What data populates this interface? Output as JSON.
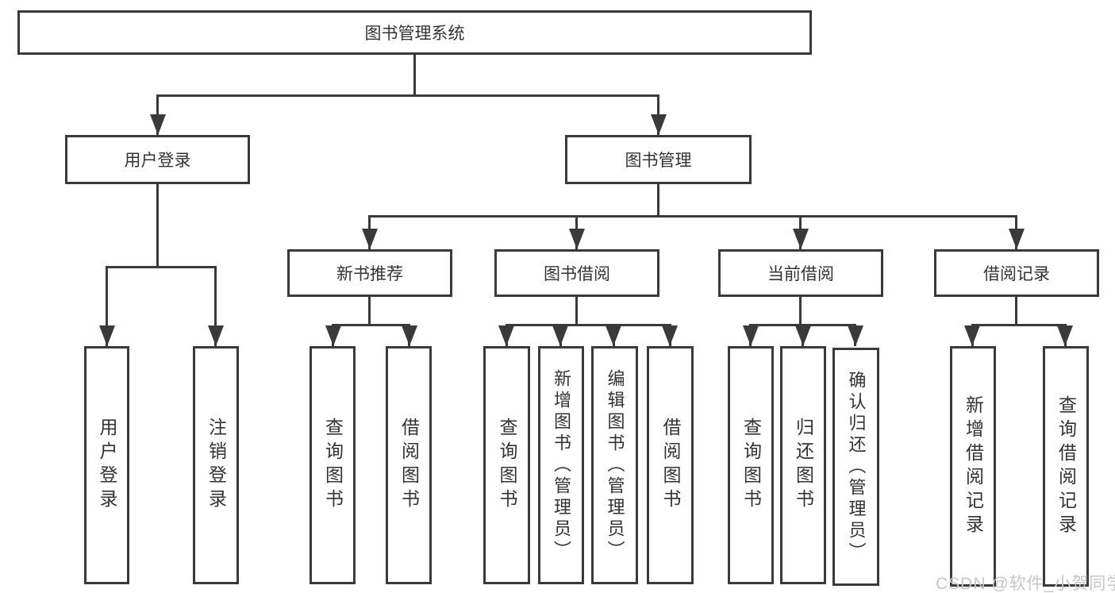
{
  "diagram_title": "图书管理系统",
  "colors": {
    "line": "#3a3a3a",
    "node_border": "#3a3a3a",
    "node_text": "#333333",
    "background": "#ffffff",
    "watermark_text": "#c8c5c5"
  },
  "tree": {
    "root": "图书管理系统",
    "branches": [
      {
        "label": "用户登录",
        "leaves": [
          "用户登录",
          "注销登录"
        ]
      },
      {
        "label": "图书管理",
        "children": [
          {
            "label": "新书推荐",
            "leaves": [
              "查询图书",
              "借阅图书"
            ]
          },
          {
            "label": "图书借阅",
            "leaves": [
              "查询图书",
              "新增图书（管理员）",
              "编辑图书（管理员）",
              "借阅图书"
            ]
          },
          {
            "label": "当前借阅",
            "leaves": [
              "查询图书",
              "归还图书",
              "确认归还（管理员）"
            ]
          },
          {
            "label": "借阅记录",
            "leaves": [
              "新增借阅记录",
              "查询借阅记录"
            ]
          }
        ]
      }
    ]
  },
  "watermark": "CSDN @软件_小贺同学"
}
